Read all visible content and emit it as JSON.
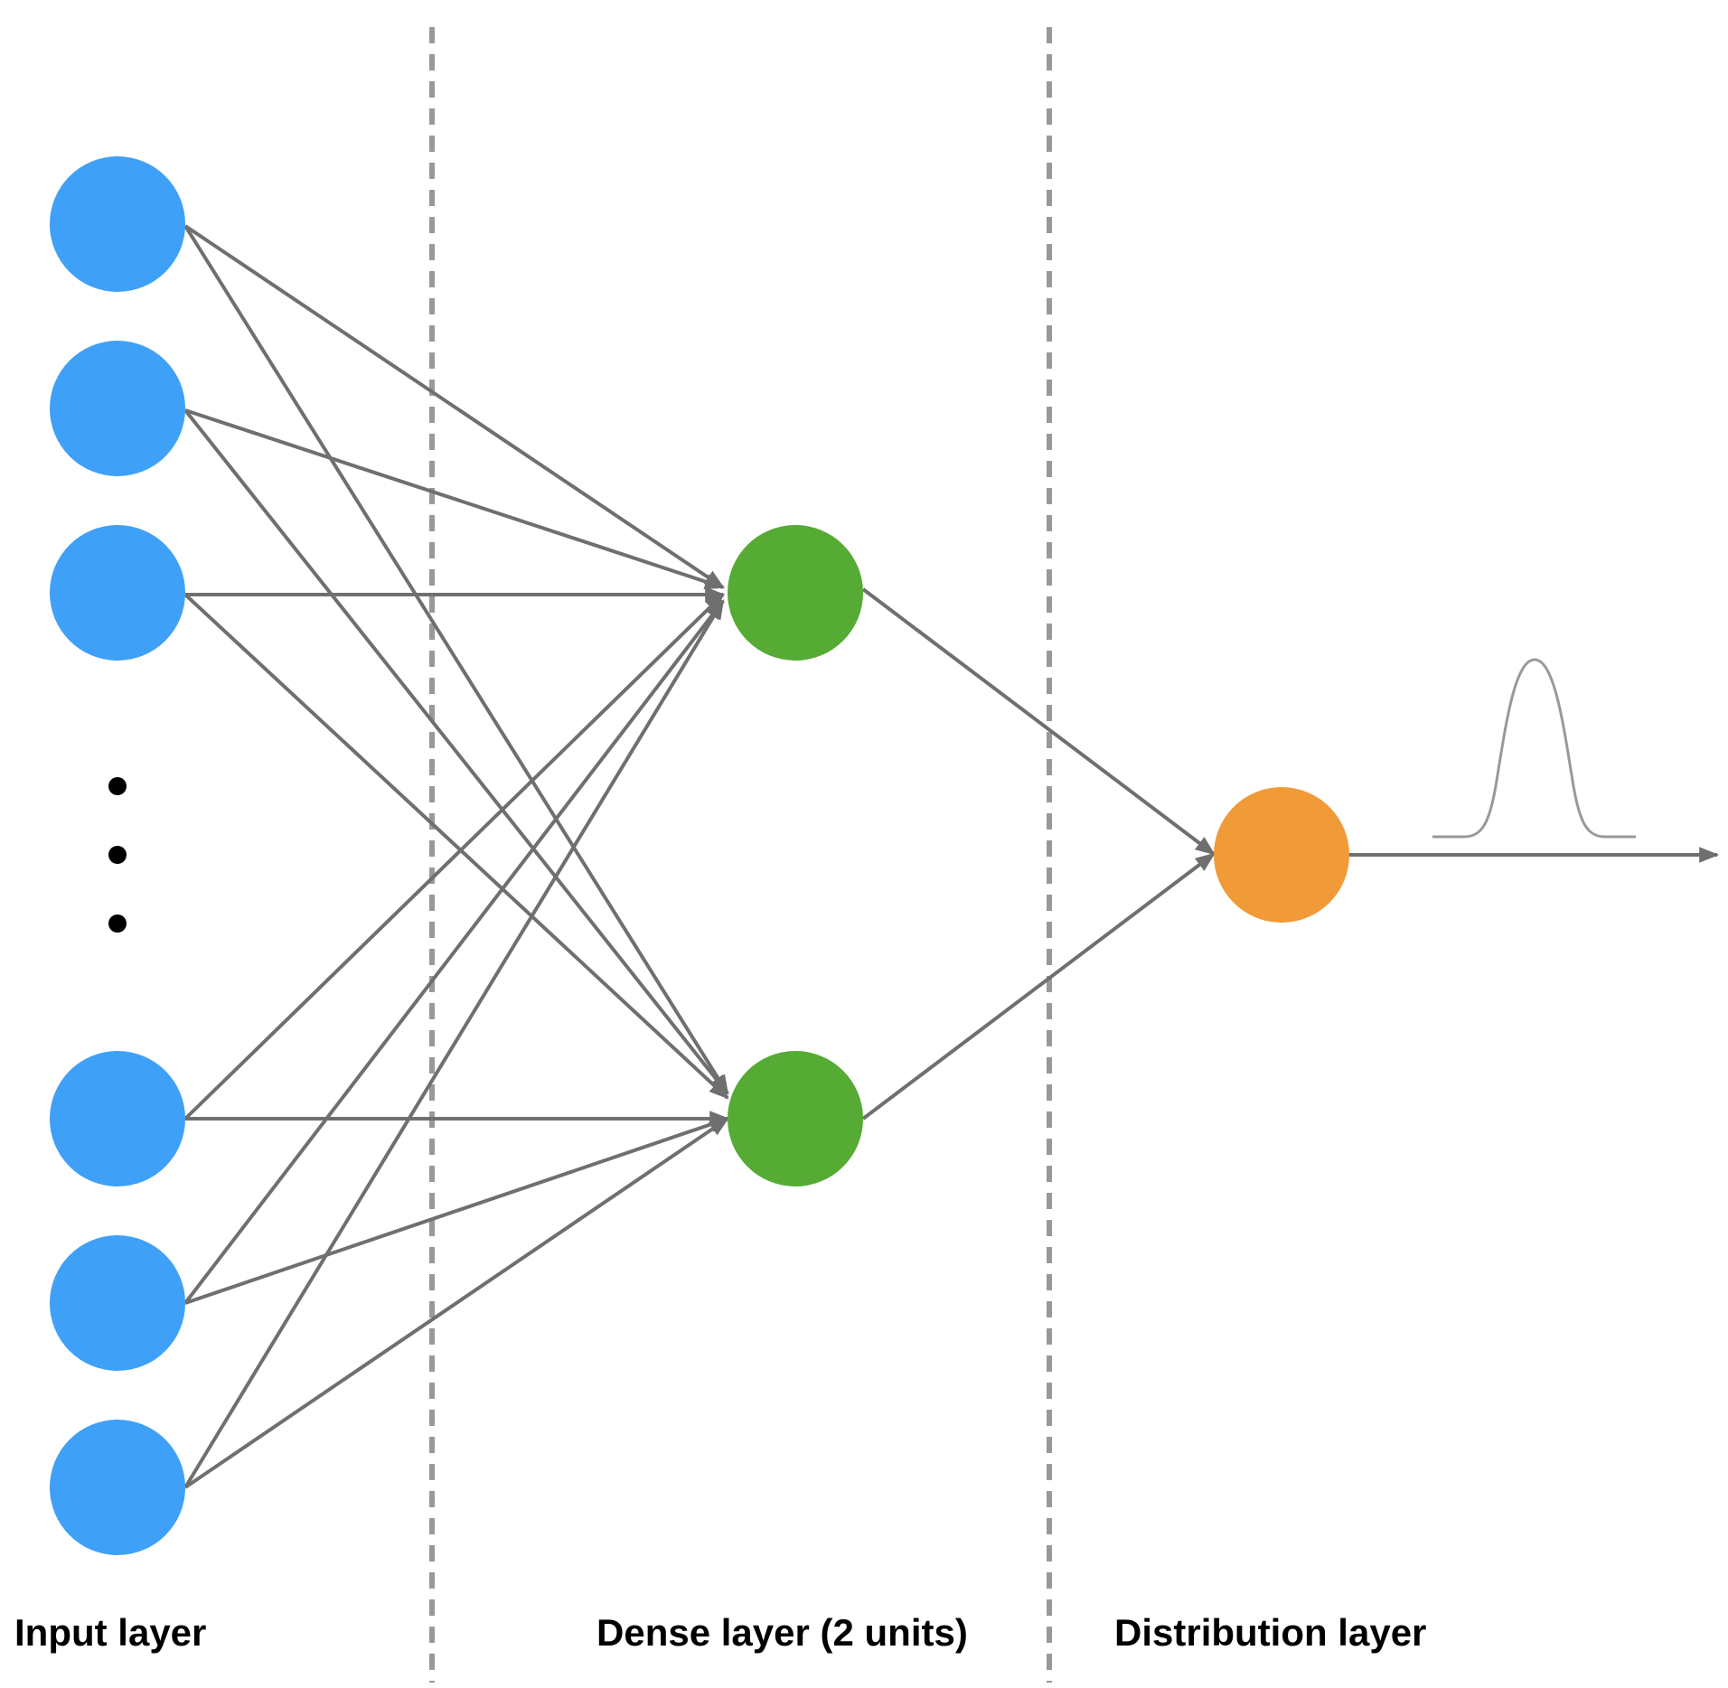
{
  "labels": {
    "input_layer": "Input layer",
    "dense_layer": "Dense layer (2 units)",
    "distribution_layer": "Distribution layer"
  },
  "colors": {
    "input_node": "#3fa0f7",
    "dense_node": "#55ab34",
    "output_node": "#f19a38",
    "edge": "#6f6f6f",
    "divider": "#999999",
    "ellipsis": "#000000",
    "curve": "#999999"
  },
  "icons": {
    "output_distribution": "bell-curve-icon",
    "ellipsis": "vertical-ellipsis-icon"
  }
}
